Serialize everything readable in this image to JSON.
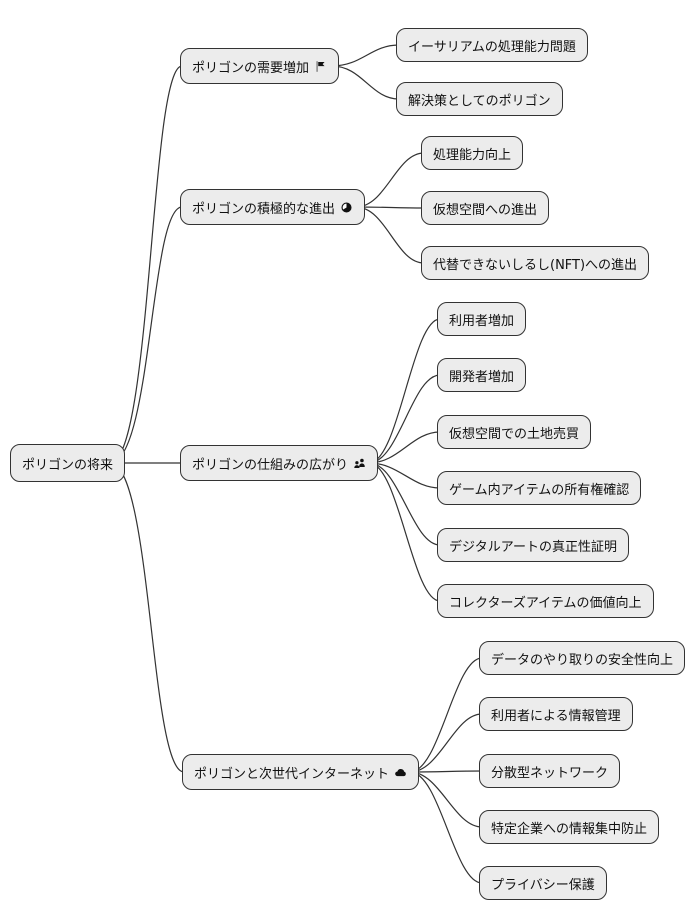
{
  "diagram": {
    "type": "mindmap",
    "root": {
      "label": "ポリゴンの将来"
    },
    "branches": [
      {
        "label": "ポリゴンの需要増加",
        "icon": "flag-icon",
        "children": [
          "イーサリアムの処理能力問題",
          "解決策としてのポリゴン"
        ]
      },
      {
        "label": "ポリゴンの積極的な進出",
        "icon": "clock-icon",
        "children": [
          "処理能力向上",
          "仮想空間への進出",
          "代替できないしるし(NFT)への進出"
        ]
      },
      {
        "label": "ポリゴンの仕組みの広がり",
        "icon": "users-icon",
        "children": [
          "利用者増加",
          "開発者増加",
          "仮想空間での土地売買",
          "ゲーム内アイテムの所有権確認",
          "デジタルアートの真正性証明",
          "コレクターズアイテムの価値向上"
        ]
      },
      {
        "label": "ポリゴンと次世代インターネット",
        "icon": "cloud-icon",
        "children": [
          "データのやり取りの安全性向上",
          "利用者による情報管理",
          "分散型ネットワーク",
          "特定企業への情報集中防止",
          "プライバシー保護"
        ]
      }
    ],
    "colors": {
      "node_fill": "#ececec",
      "node_border": "#333333",
      "edge": "#333333",
      "text": "#111111",
      "background": "#ffffff"
    }
  }
}
